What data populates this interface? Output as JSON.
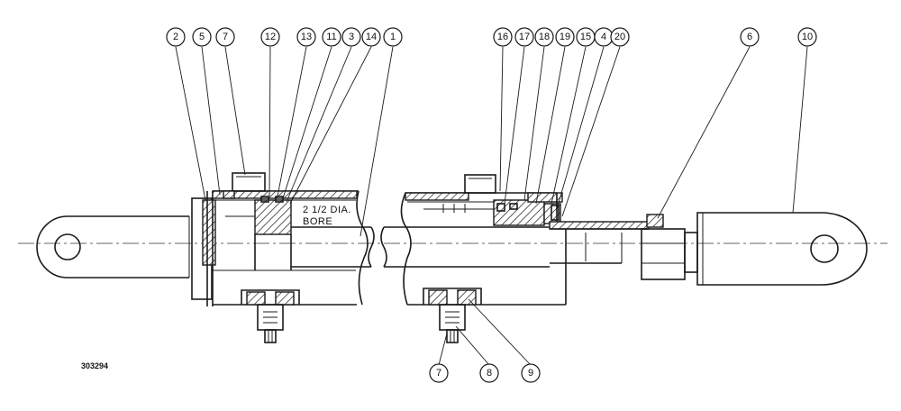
{
  "diagram": {
    "bore_label_line1": "2 1/2 DIA.",
    "bore_label_line2": "BORE",
    "document_number": "303294",
    "callouts_top": [
      "2",
      "5",
      "7",
      "12",
      "13",
      "11",
      "3",
      "14",
      "1",
      "16",
      "17",
      "18",
      "19",
      "15",
      "4",
      "20",
      "6",
      "10"
    ],
    "callouts_bottom": [
      "7",
      "8",
      "9"
    ]
  }
}
